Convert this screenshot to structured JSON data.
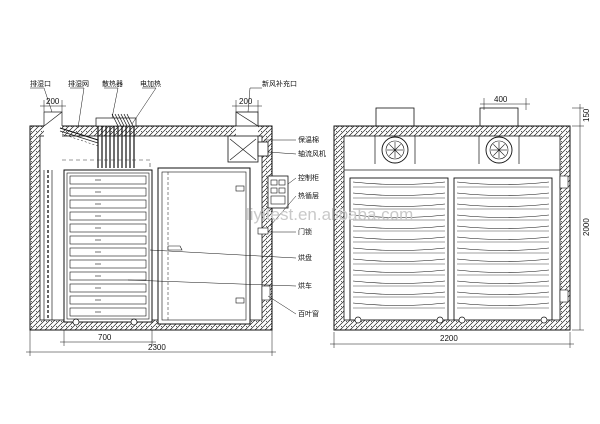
{
  "diagram": {
    "left_view": {
      "labels": {
        "exhaust_outlet": "排湿口",
        "exhaust_net": "排湿网",
        "radiator": "散热器",
        "electric_heater": "电加热",
        "fresh_air_inlet": "新风补充口",
        "insulation": "保温棉",
        "axial_fan": "轴流风机",
        "control_cabinet": "控制柜",
        "insulation_layer": "热循层",
        "door_lock": "门锁",
        "baking_tray": "烘盘",
        "baking_cart": "烘车",
        "louver": "百叶窗"
      },
      "dimensions": {
        "exhaust_width": "200",
        "fresh_air_width": "200",
        "cart_width": "700",
        "total_width": "2300"
      }
    },
    "right_view": {
      "dimensions": {
        "fan_spacing": "400",
        "top_height": "150",
        "total_height": "2000",
        "total_width": "2200"
      }
    },
    "watermark": "liyitest.en.alibaba.com"
  }
}
